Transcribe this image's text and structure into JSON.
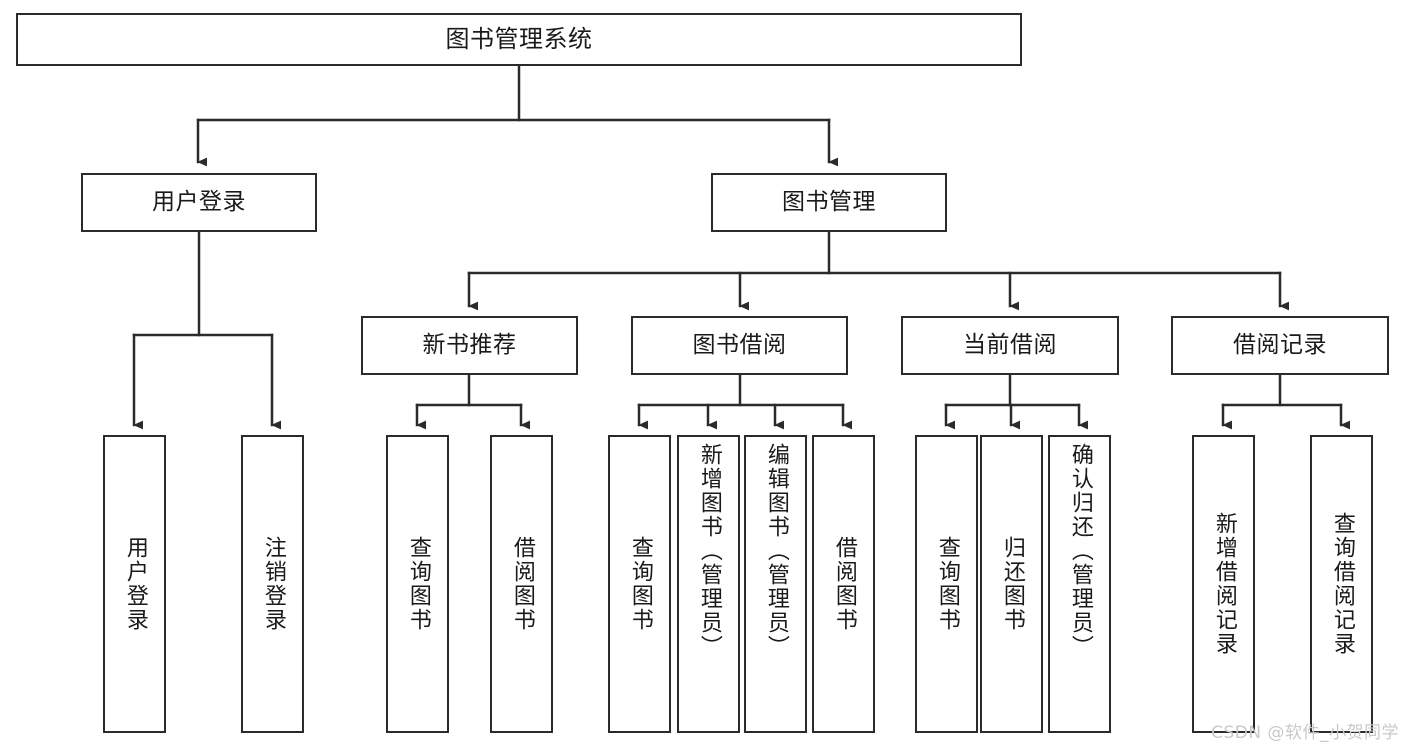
{
  "diagram": {
    "type": "tree-hierarchy",
    "title": "图书管理系统",
    "watermark": "CSDN @软件_小贺同学",
    "colors": {
      "stroke": "#2b2b2b",
      "fill": "#ffffff",
      "text": "#1a1a1a",
      "watermark": "#c9c9c9"
    },
    "levels": {
      "root": {
        "label": "图书管理系统"
      },
      "level2": [
        {
          "id": "user-login",
          "label": "用户登录"
        },
        {
          "id": "book-management",
          "label": "图书管理"
        }
      ],
      "level3": [
        {
          "id": "new-book-recommend",
          "label": "新书推荐",
          "parent": "book-management"
        },
        {
          "id": "book-borrow",
          "label": "图书借阅",
          "parent": "book-management"
        },
        {
          "id": "current-borrow",
          "label": "当前借阅",
          "parent": "book-management"
        },
        {
          "id": "borrow-record",
          "label": "借阅记录",
          "parent": "book-management"
        }
      ],
      "leaves": [
        {
          "id": "leaf-user-login",
          "label": "用户登录",
          "parent": "user-login"
        },
        {
          "id": "leaf-logout-login",
          "label": "注销登录",
          "parent": "user-login"
        },
        {
          "id": "leaf-query-book-1",
          "label": "查询图书",
          "parent": "new-book-recommend"
        },
        {
          "id": "leaf-borrow-book-1",
          "label": "借阅图书",
          "parent": "new-book-recommend"
        },
        {
          "id": "leaf-query-book-2",
          "label": "查询图书",
          "parent": "book-borrow"
        },
        {
          "id": "leaf-add-book",
          "label": "新增图书（管理员）",
          "parent": "book-borrow"
        },
        {
          "id": "leaf-edit-book",
          "label": "编辑图书（管理员）",
          "parent": "book-borrow"
        },
        {
          "id": "leaf-borrow-book-2",
          "label": "借阅图书",
          "parent": "book-borrow"
        },
        {
          "id": "leaf-query-book-3",
          "label": "查询图书",
          "parent": "current-borrow"
        },
        {
          "id": "leaf-return-book",
          "label": "归还图书",
          "parent": "current-borrow"
        },
        {
          "id": "leaf-confirm-return",
          "label": "确认归还（管理员）",
          "parent": "current-borrow"
        },
        {
          "id": "leaf-add-record",
          "label": "新增借阅记录",
          "parent": "borrow-record"
        },
        {
          "id": "leaf-query-record",
          "label": "查询借阅记录",
          "parent": "borrow-record"
        }
      ]
    }
  }
}
